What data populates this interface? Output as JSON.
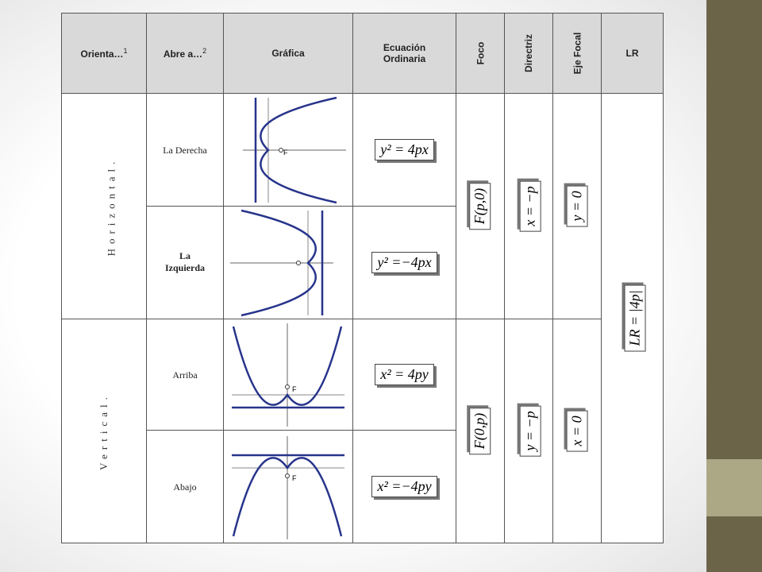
{
  "headers": {
    "orienta": "Orienta…",
    "orienta_sup": "1",
    "abre": "Abre a…",
    "abre_sup": "2",
    "grafica": "Gráfica",
    "ecuacion": "Ecuación Ordinaria",
    "foco": "Foco",
    "directriz": "Directriz",
    "eje_focal": "Eje Focal",
    "lr": "LR"
  },
  "orientations": {
    "horizontal": "Horizontal.",
    "vertical": "Vertical."
  },
  "rows": [
    {
      "opens": "La Derecha",
      "equation": "y² = 4px",
      "focus_label": "F"
    },
    {
      "opens": "La Izquierda",
      "equation": "y² =−4px",
      "focus_label": ""
    },
    {
      "opens": "Arriba",
      "equation": "x² = 4py",
      "focus_label": "F"
    },
    {
      "opens": "Abajo",
      "equation": "x² =−4py",
      "focus_label": "F"
    }
  ],
  "horizontal_group": {
    "foco": "F(p,0)",
    "directriz": "x = −p",
    "eje_focal": "y = 0"
  },
  "vertical_group": {
    "foco": "F(0,p)",
    "directriz": "y = −p",
    "eje_focal": "x = 0"
  },
  "lr_formula": "LR = |4p|",
  "colors": {
    "curve": "#27348b",
    "header_bg": "#d9d9d9",
    "side_dark": "#6c6448",
    "side_light": "#aca886"
  }
}
